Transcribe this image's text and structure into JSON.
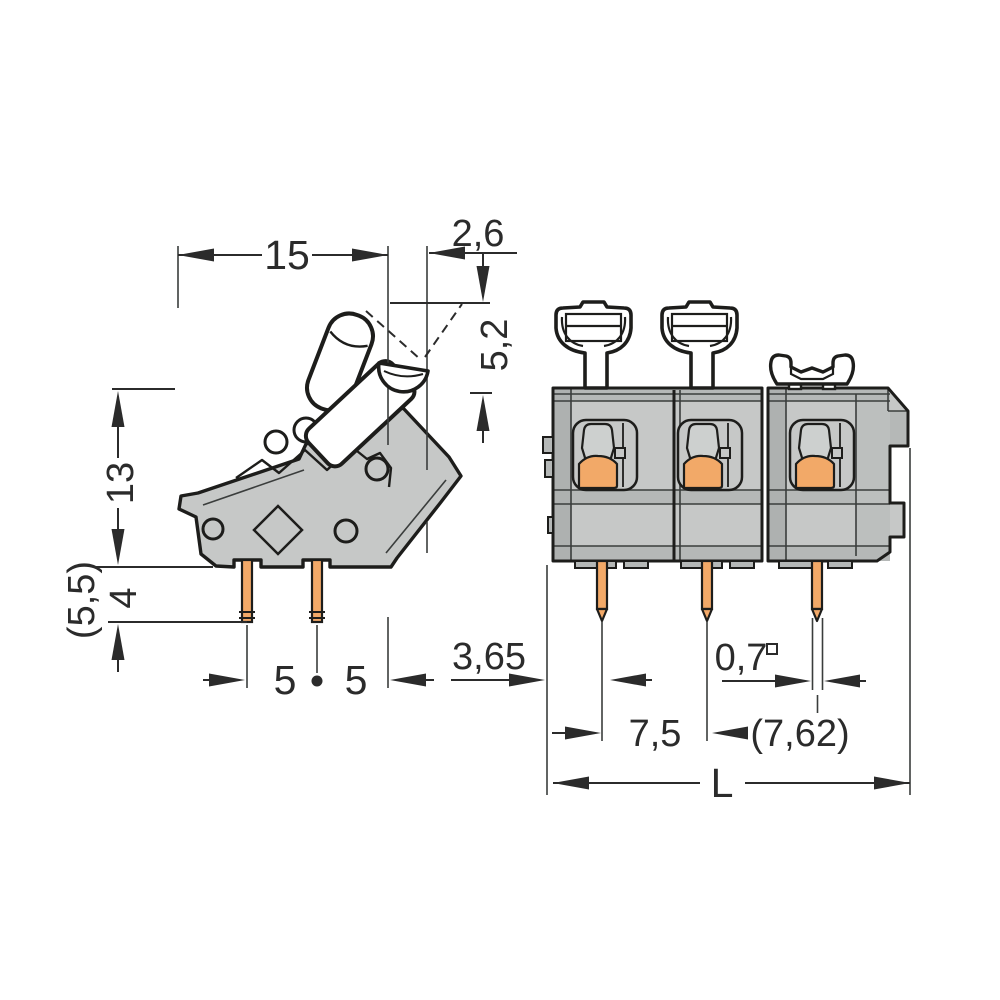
{
  "drawing": {
    "type": "technical-dimension-drawing",
    "subject": "PCB terminal block with push-buttons, side view and 3-pole front view",
    "colors": {
      "background": "#ffffff",
      "body_gray": "#c6c8c7",
      "band_gray": "#b5b8b7",
      "strip_gray": "#aeb1b0",
      "panel_gray": "#bcbfbe",
      "clamp_gray": "#cdd0cf",
      "pin_copper": "#f2a968",
      "outline": "#1d1d1b",
      "dimension_lines": "#2b2b2b"
    },
    "side_view": {
      "dims": {
        "body_width": "15",
        "lever_overhang": "2,6",
        "lever_travel": "5,2",
        "body_height": "13",
        "pin_length_ref": "(5,5)",
        "pin_length": "4",
        "pin_spacing_a": "5",
        "pin_spacing_b": "5"
      }
    },
    "front_view": {
      "poles": 3,
      "dims": {
        "edge_to_first_pin": "3,65",
        "pin_width": "0,7",
        "pin_square_symbol": "□",
        "pitch": "7,5",
        "pitch_alt": "(7,62)",
        "total_length": "L"
      }
    }
  }
}
